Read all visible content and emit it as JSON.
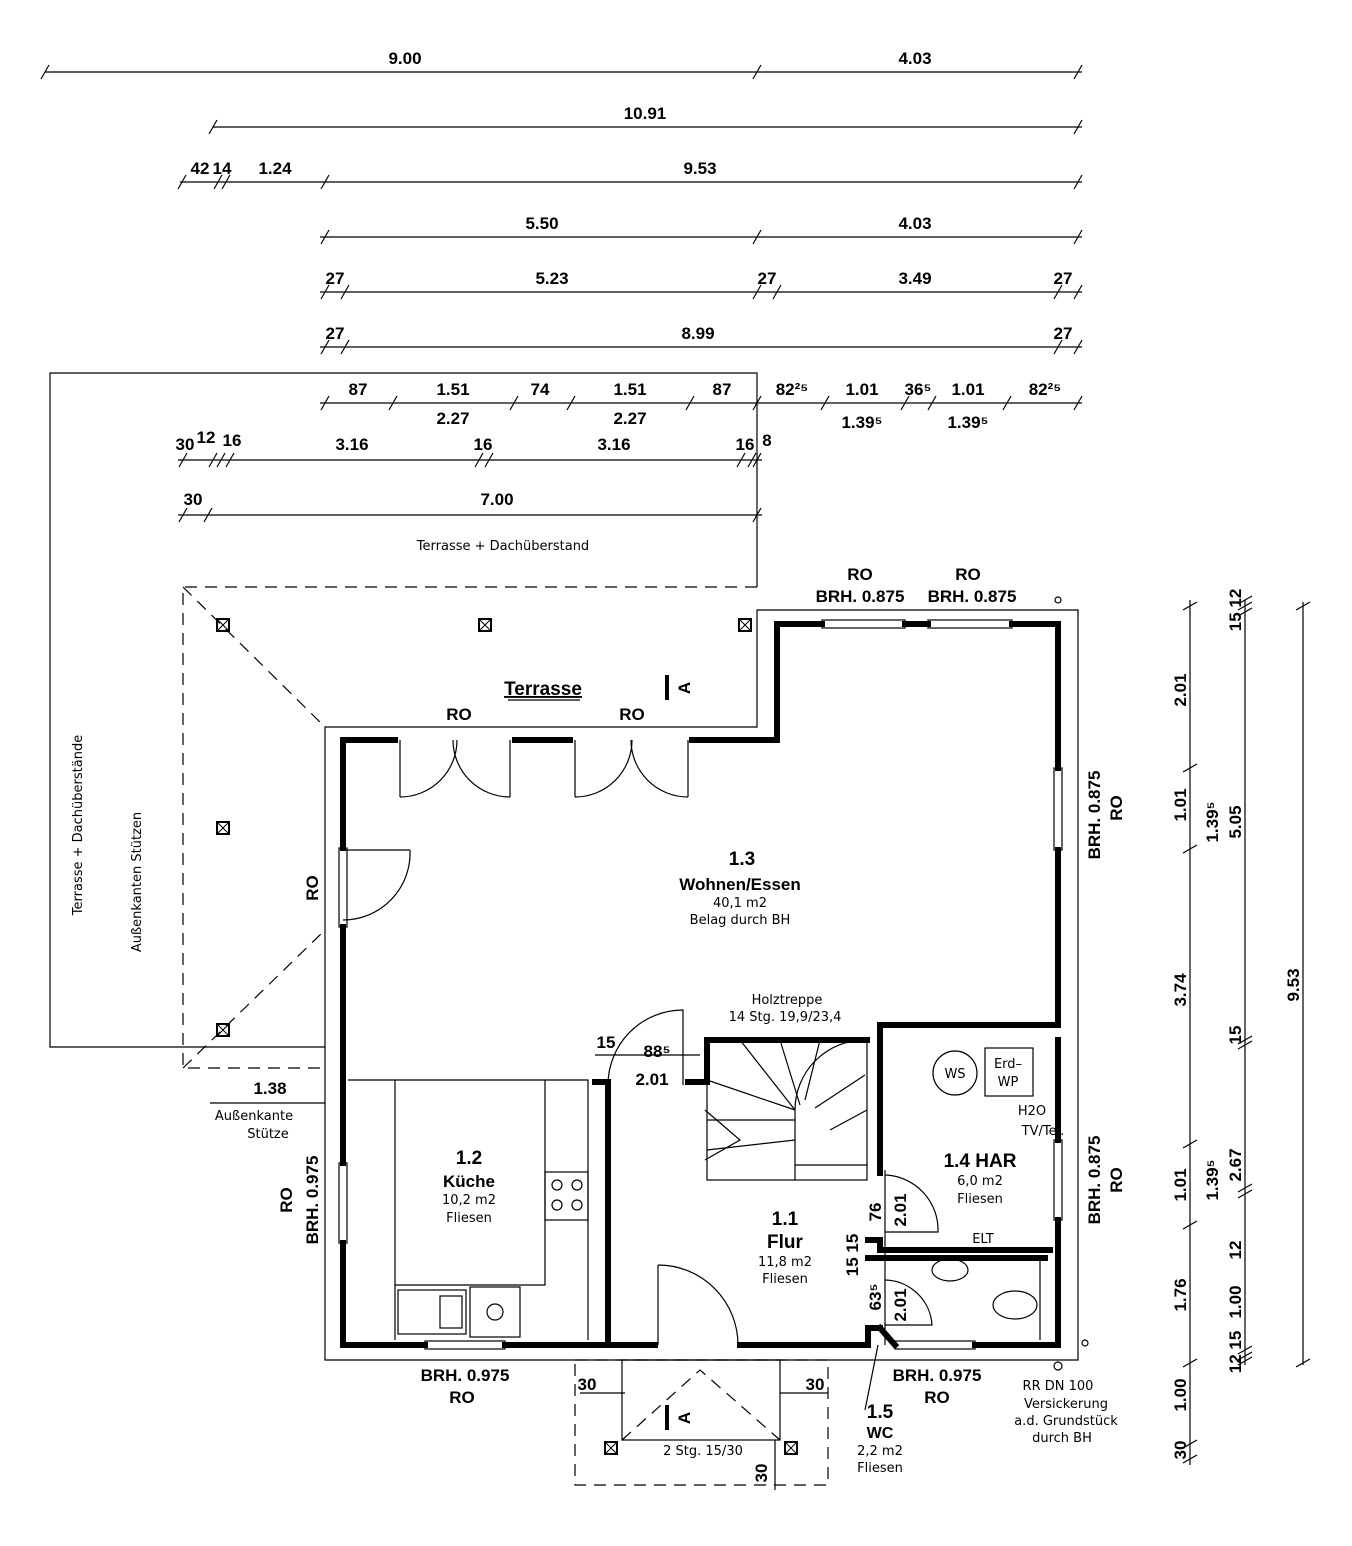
{
  "dimensions": {
    "row1": [
      "9.00",
      "4.03"
    ],
    "row2": [
      "10.91"
    ],
    "row3": [
      "42",
      "14",
      "1.24",
      "9.53"
    ],
    "row4": [
      "5.50",
      "4.03"
    ],
    "row5": [
      "27",
      "5.23",
      "27",
      "3.49",
      "27"
    ],
    "row6": [
      "27",
      "8.99",
      "27"
    ],
    "row7_top": [
      "87",
      "1.51",
      "74",
      "1.51",
      "87",
      "82²⁵",
      "1.01",
      "36⁵",
      "1.01",
      "82²⁵"
    ],
    "row7_bottom": [
      "2.27",
      "2.27",
      "1.39⁵",
      "1.39⁵"
    ],
    "row8": [
      "30",
      "12",
      "16",
      "3.16",
      "16",
      "3.16",
      "16",
      "8"
    ],
    "row9": [
      "30",
      "7.00"
    ],
    "right1": [
      "2.01",
      "1.01",
      "3.74",
      "1.01",
      "1.76",
      "1.00",
      "30"
    ],
    "right2": [
      "15 12",
      "1.39⁵",
      "5.05",
      "15",
      "1.39⁵",
      "2.67",
      "12",
      "1.00",
      "12 15"
    ],
    "right3": [
      "9.53"
    ],
    "terrace_col": [
      "1.38"
    ],
    "entry": [
      "30",
      "30",
      "30"
    ],
    "interior": [
      "15",
      "88⁵",
      "2.01",
      "76",
      "2.01",
      "15 15",
      "63⁵",
      "2.01"
    ]
  },
  "labels": {
    "terrace_roof": "Terrasse + Dachüberstand",
    "side_roof": "Terrasse + Dachüberstände",
    "side_columns": "Außenkanten Stützen",
    "terrace": "Terrasse",
    "column_edge": [
      "Außenkante",
      "Stütze"
    ],
    "stairs": [
      "Holztreppe",
      "14 Stg. 19,9/23,4"
    ],
    "entry_stairs": "2 Stg. 15/30",
    "ws": "WS",
    "erd_wp": [
      "Erd–",
      "WP"
    ],
    "h2o": "H2O",
    "tv": "TV/Tel.",
    "elt": "ELT",
    "drain": [
      "RR DN 100",
      "Versickerung",
      "a.d. Grundstück",
      "durch BH"
    ],
    "section_a": "A"
  },
  "windows": {
    "ro": "RO",
    "brh_0875": "BRH. 0.875",
    "brh_0975": "BRH. 0.975"
  },
  "rooms": [
    {
      "number": "1.3",
      "name": "Wohnen/Essen",
      "area": "40,1 m2",
      "floor": "Belag durch BH"
    },
    {
      "number": "1.2",
      "name": "Küche",
      "area": "10,2 m2",
      "floor": "Fliesen"
    },
    {
      "number": "1.1",
      "name": "Flur",
      "area": "11,8 m2",
      "floor": "Fliesen"
    },
    {
      "number": "1.4 HAR",
      "name": "",
      "area": "6,0 m2",
      "floor": "Fliesen"
    },
    {
      "number": "1.5",
      "name": "WC",
      "area": "2,2 m2",
      "floor": "Fliesen"
    }
  ]
}
